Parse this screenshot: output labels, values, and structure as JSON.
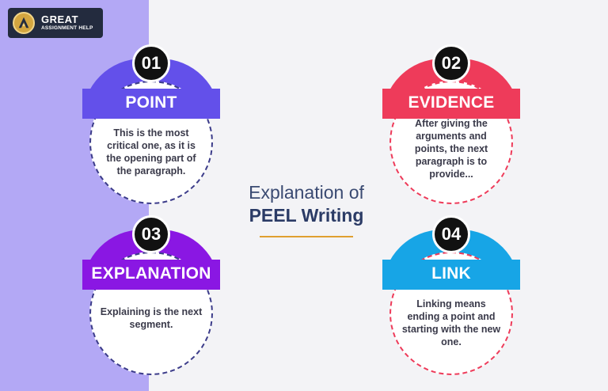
{
  "logo": {
    "title": "GREAT",
    "subtitle": "ASSIGNMENT HELP"
  },
  "center": {
    "line1": "Explanation of",
    "line2": "PEEL Writing"
  },
  "cards": [
    {
      "number": "01",
      "title": "POINT",
      "description": "This is the most critical one, as it is the opening part of the paragraph.",
      "color": "#6350ea"
    },
    {
      "number": "02",
      "title": "EVIDENCE",
      "description": "After giving the arguments and points, the next paragraph is to provide...",
      "color": "#ee3b5a"
    },
    {
      "number": "03",
      "title": "EXPLANATION",
      "description": "Explaining is the next segment.",
      "color": "#8a17e3"
    },
    {
      "number": "04",
      "title": "LINK",
      "description": "Linking means ending a point and starting with the new one.",
      "color": "#17a5e6"
    }
  ]
}
